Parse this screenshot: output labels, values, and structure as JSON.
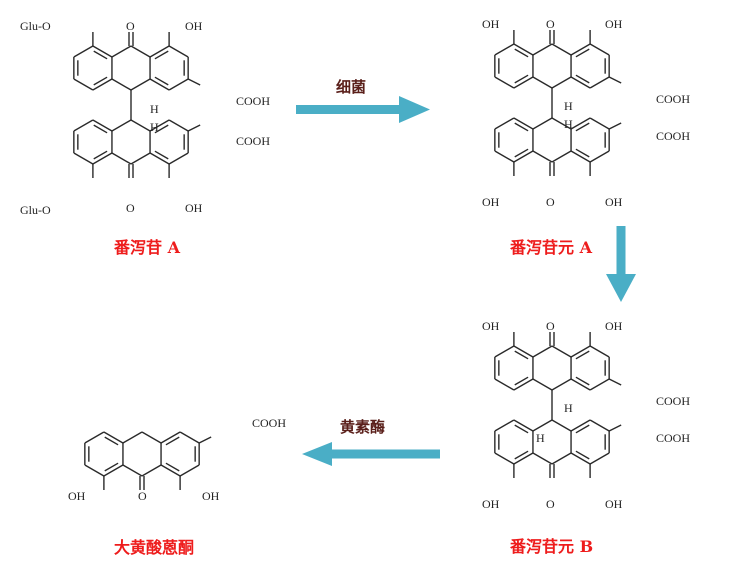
{
  "compounds": [
    {
      "id": "sennoside-a",
      "name": "番泻苷 A",
      "substituent_top_left": "Glu-O",
      "substituent_bottom_left": "Glu-O",
      "oh": "OH",
      "carbonyl": "O",
      "cooh": "COOH",
      "h": "H"
    },
    {
      "id": "sennidin-a",
      "name": "番泻苷元 A",
      "oh": "OH",
      "carbonyl": "O",
      "cooh": "COOH",
      "h": "H"
    },
    {
      "id": "sennidin-b",
      "name": "番泻苷元 B",
      "oh": "OH",
      "carbonyl": "O",
      "cooh": "COOH",
      "h": "H"
    },
    {
      "id": "rhein-anthrone",
      "name": "大黄酸蒽酮",
      "oh": "OH",
      "carbonyl": "O",
      "cooh": "COOH"
    }
  ],
  "reactions": [
    {
      "from": "番泻苷 A",
      "to": "番泻苷元 A",
      "agent": "细菌",
      "direction": "right"
    },
    {
      "from": "番泻苷元 A",
      "to": "番泻苷元 B",
      "agent": "",
      "direction": "down"
    },
    {
      "from": "番泻苷元 B",
      "to": "大黄酸蒽酮",
      "agent": "黄素酶",
      "direction": "left"
    }
  ],
  "colors": {
    "arrow": "#4aaec6",
    "label": "#ee1c1c",
    "agent": "#5a1f1a"
  }
}
